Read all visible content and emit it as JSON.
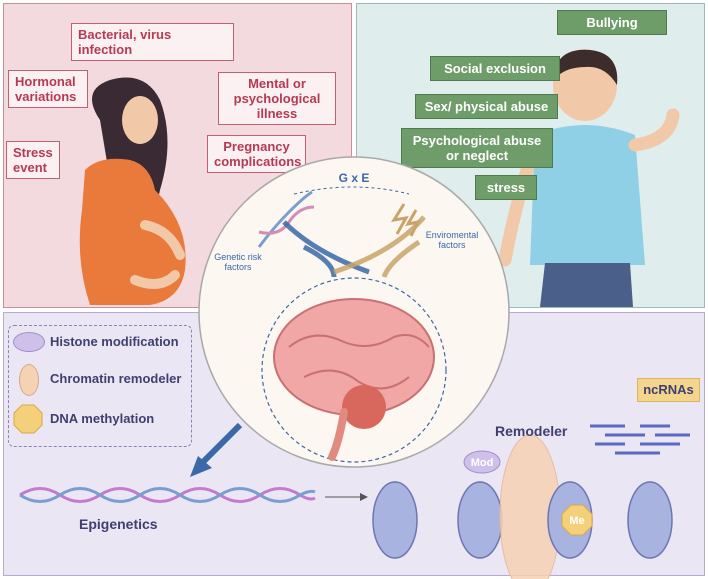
{
  "left_panel": {
    "factors": [
      "Bacterial, virus infection",
      "Hormonal variations",
      "Mental or psychological illness",
      "Stress event",
      "Pregnancy complications"
    ]
  },
  "right_panel": {
    "factors": [
      "Bullying",
      "Social exclusion",
      "Sex/ physical abuse",
      "Psychological abuse or neglect",
      "stress"
    ]
  },
  "center": {
    "gxe": "G x E",
    "genetic": "Genetic risk factors",
    "environmental": "Enviromental factors"
  },
  "legend": [
    {
      "label": "Histone modification",
      "color": "#cfc0ea"
    },
    {
      "label": "Chromatin remodeler",
      "color": "#f6d2b4"
    },
    {
      "label": "DNA methylation",
      "color": "#f5d07a"
    }
  ],
  "bottom": {
    "epigenetics": "Epigenetics",
    "remodeler": "Remodeler",
    "ncrnas": "ncRNAs",
    "mod": "Mod",
    "me": "Me"
  },
  "colors": {
    "genetic_arrow": "#3a68a8",
    "environment_arrow": "#c8a46a",
    "red_text": "#b63a52",
    "green_bubble": "#6f9d6a"
  }
}
